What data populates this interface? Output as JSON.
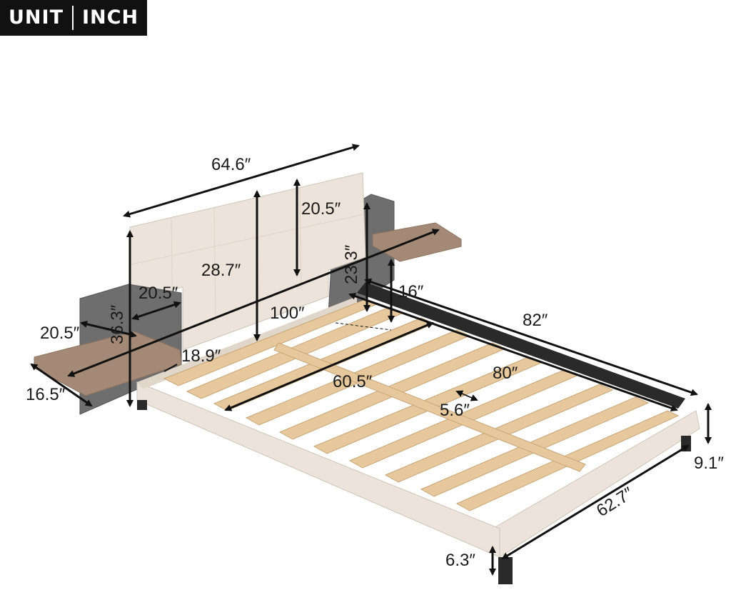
{
  "badge": {
    "unit": "UNIT",
    "inch": "INCH"
  },
  "dimensions": {
    "headboard_width": "64.6″",
    "headboard_height": "20.5″",
    "headboard_center_height": "28.7″",
    "side_panel_height": "23.3″",
    "side_panel_total_height": "36.3″",
    "side_panel_width": "20.5″",
    "nightstand_width": "20.5″",
    "nightstand_depth": "16.5″",
    "nightstand_height": "18.9″",
    "total_width": "100″",
    "nightstand_top_height": "16″",
    "total_length": "82″",
    "inner_length": "80″",
    "inner_width": "60.5″",
    "slat_gap": "5.6″",
    "frame_height": "9.1″",
    "frame_width": "62.7″",
    "leg_height": "6.3″"
  },
  "colors": {
    "upholstery": "#ece4da",
    "side_panel": "#6e6e6e",
    "nightstand": "#a48a76",
    "slat": "#e6c89c",
    "rail": "#2a2a2a"
  }
}
